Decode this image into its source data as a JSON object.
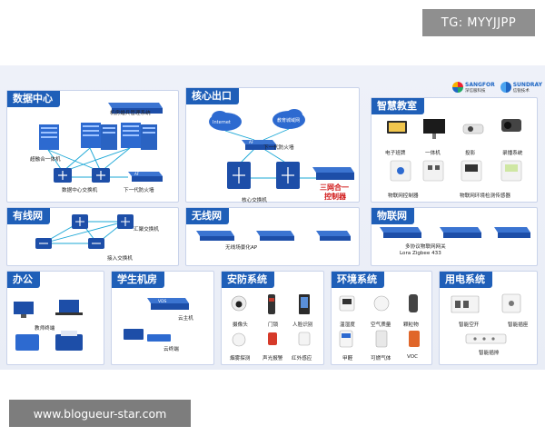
{
  "watermarks": {
    "top_right": "TG: MYYJJPP",
    "bottom_left": "www.blogueur-star.com"
  },
  "logos": {
    "sangfor": "SANGFOR",
    "sangfor_sub": "深信服科技",
    "sundray": "SUNDRAY",
    "sundray_sub": "信锐技术"
  },
  "sections": {
    "datacenter": {
      "title": "数据中心",
      "labels": [
        "机房婚兵管理系统",
        "超融合一体机",
        "数据中心交换机",
        "下一代防火墙",
        "AF"
      ]
    },
    "core": {
      "title": "核心出口",
      "labels": [
        "Internet",
        "教育城域网",
        "AF",
        "下一代防火墙",
        "核心交换机",
        "三网合一",
        "控制器"
      ]
    },
    "classroom": {
      "title": "智慧教室",
      "labels": [
        "电子班牌",
        "一体机",
        "投影",
        "录播系统",
        "物联网控制器",
        "物联网环境检测传感器"
      ]
    },
    "wired": {
      "title": "有线网",
      "labels": [
        "汇聚交换机",
        "接入交换机"
      ]
    },
    "wireless": {
      "title": "无线网",
      "labels": [
        "无线场景化AP"
      ]
    },
    "iot": {
      "title": "物联网",
      "labels": [
        "多协议物联网网关",
        "Lora  Zigbee 433"
      ]
    },
    "office": {
      "title": "办公",
      "labels": [
        "教师终端"
      ]
    },
    "lab": {
      "title": "学生机房",
      "labels": [
        "云主机",
        "云终端",
        "VDS"
      ]
    },
    "security": {
      "title": "安防系统",
      "labels": [
        "摄像头",
        "门锁",
        "人脸识别",
        "烟雾探测",
        "声光报警",
        "红外感应"
      ]
    },
    "environment": {
      "title": "环境系统",
      "labels": [
        "温湿度",
        "空气质量",
        "颗粒物",
        "甲醛",
        "可燃气体",
        "VOC"
      ]
    },
    "power": {
      "title": "用电系统",
      "labels": [
        "智能空开",
        "智能插座",
        "智能插排"
      ]
    }
  },
  "colors": {
    "accent": "#1f5fb8",
    "line": "#1aa7d6",
    "red": "#d11a1a"
  }
}
